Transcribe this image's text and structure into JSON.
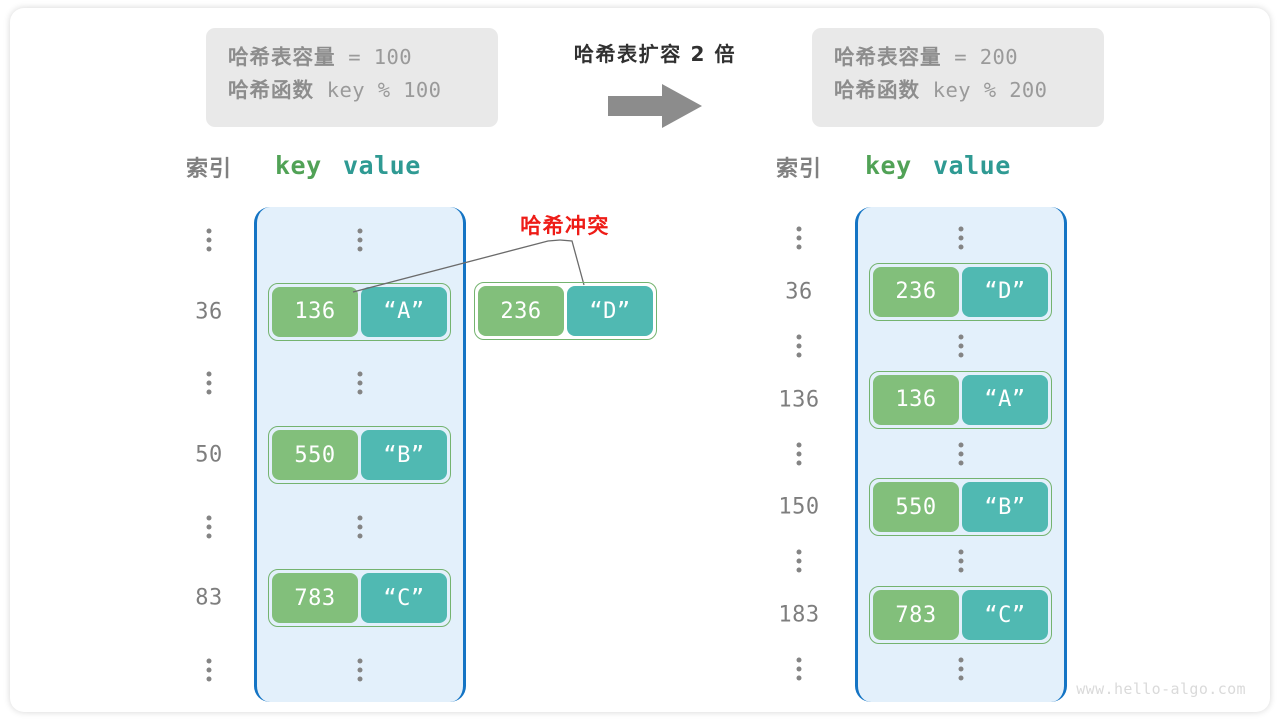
{
  "watermark": "www.hello-algo.com",
  "transition": {
    "title": "哈希表扩容 2 倍",
    "arrow_icon": "right-arrow-icon"
  },
  "left_panel": {
    "info": {
      "capacity_label": "哈希表容量",
      "capacity_value": " = 100",
      "function_label": "哈希函数",
      "function_value": " key % 100"
    },
    "headers": {
      "index": "索引",
      "key": "key",
      "value": "value"
    },
    "rows": [
      {
        "index": "⋮",
        "type": "ellipsis"
      },
      {
        "index": "36",
        "type": "entry",
        "key": "136",
        "value": "“A”"
      },
      {
        "index": "⋮",
        "type": "ellipsis"
      },
      {
        "index": "50",
        "type": "entry",
        "key": "550",
        "value": "“B”"
      },
      {
        "index": "⋮",
        "type": "ellipsis"
      },
      {
        "index": "83",
        "type": "entry",
        "key": "783",
        "value": "“C”"
      },
      {
        "index": "⋮",
        "type": "ellipsis"
      }
    ]
  },
  "collision": {
    "label": "哈希冲突",
    "floating_entry": {
      "key": "236",
      "value": "“D”"
    }
  },
  "right_panel": {
    "info": {
      "capacity_label": "哈希表容量",
      "capacity_value": " = 200",
      "function_label": "哈希函数",
      "function_value": " key % 200"
    },
    "headers": {
      "index": "索引",
      "key": "key",
      "value": "value"
    },
    "rows": [
      {
        "index": "⋮",
        "type": "ellipsis"
      },
      {
        "index": "36",
        "type": "entry",
        "key": "236",
        "value": "“D”"
      },
      {
        "index": "⋮",
        "type": "ellipsis"
      },
      {
        "index": "136",
        "type": "entry",
        "key": "136",
        "value": "“A”"
      },
      {
        "index": "⋮",
        "type": "ellipsis"
      },
      {
        "index": "150",
        "type": "entry",
        "key": "550",
        "value": "“B”"
      },
      {
        "index": "⋮",
        "type": "ellipsis"
      },
      {
        "index": "183",
        "type": "entry",
        "key": "783",
        "value": "“C”"
      },
      {
        "index": "⋮",
        "type": "ellipsis"
      }
    ]
  },
  "colors": {
    "key_cell": "#82bf7b",
    "value_cell": "#50b9b2",
    "entry_border": "#74b36f",
    "table_fill": "#e3f0fb",
    "table_border": "#1474c4",
    "collision_text": "#ee1c17",
    "info_box": "#e9e9e9",
    "index_text": "#7e7e7e"
  }
}
